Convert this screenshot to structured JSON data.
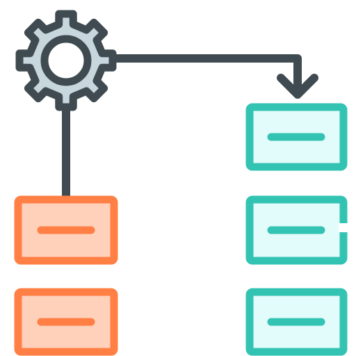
{
  "diagram": {
    "palette": {
      "outline": "#3f4b50",
      "gear_fill": "#c8d6dd",
      "center_fill": "#ffffff",
      "orange_stroke": "#ff7f45",
      "orange_fill": "#ffd0ba",
      "teal_stroke": "#33c3b2",
      "teal_fill": "#e2fbfb"
    },
    "nodes": [
      {
        "name": "gear-node",
        "kind": "icon",
        "icon": "gear-icon"
      },
      {
        "name": "orange-box-top",
        "color": "orange"
      },
      {
        "name": "orange-box-bottom",
        "color": "orange"
      },
      {
        "name": "teal-box-top",
        "color": "teal"
      },
      {
        "name": "teal-box-middle",
        "color": "teal"
      },
      {
        "name": "teal-box-bottom",
        "color": "teal"
      }
    ],
    "connectors": [
      {
        "from": "gear-node",
        "to": "orange-box-top",
        "style": "line"
      },
      {
        "from": "gear-node",
        "to": "teal-box-top",
        "style": "arrow"
      }
    ]
  }
}
